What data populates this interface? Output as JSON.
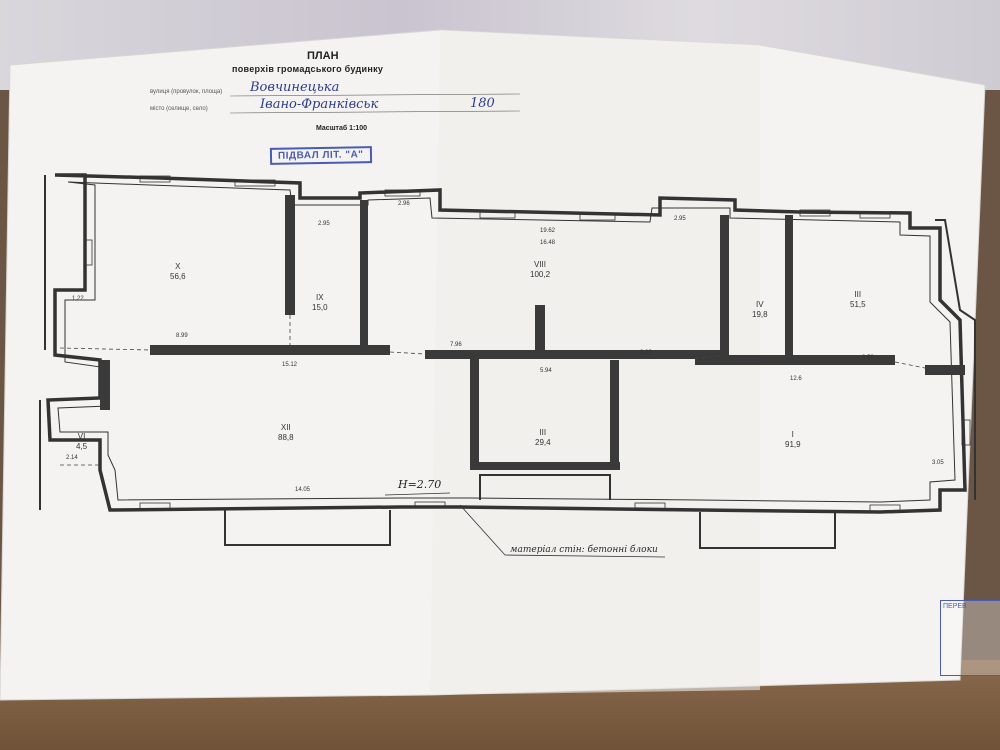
{
  "header": {
    "title": "ПЛАН",
    "subtitle": "поверхів громадського будинку"
  },
  "form": {
    "street_label": "вулиця (провулок, площа)",
    "street_value": "Вовчинецька",
    "city_label": "місто (селище, село)",
    "city_value": "Івано-Франківськ",
    "number_value": "180",
    "scale": "Масштаб 1:100"
  },
  "stamp": {
    "label": "ПІДВАЛ ЛІТ. \"А\""
  },
  "rooms": [
    {
      "num": "X",
      "area": "56,6"
    },
    {
      "num": "IX",
      "area": "15,0"
    },
    {
      "num": "VIII",
      "area": "100,2"
    },
    {
      "num": "IV",
      "area": "19,8"
    },
    {
      "num": "III",
      "area": "51,5"
    },
    {
      "num": "VI",
      "area": "4,5"
    },
    {
      "num": "XII",
      "area": "88,8"
    },
    {
      "num": "III",
      "area": "29,4"
    },
    {
      "num": "I",
      "area": "91,9"
    }
  ],
  "dims": {
    "d1": "2.95",
    "d2": "2.96",
    "d3": "2.95",
    "d4": "19.62",
    "d5": "16.48",
    "d6": "8.99",
    "d7": "15.12",
    "d8": "7.96",
    "d9": "5.94",
    "d10": "2.83",
    "d11": "9.50",
    "d12": "12.6",
    "d13": "14.05",
    "d14": "1.22",
    "d15": "2.14",
    "d16": "3.05",
    "height": "Н=2.70"
  },
  "note": "матеріал стін: бетонні блоки",
  "corner_stamp": "ПЕРЕВ"
}
